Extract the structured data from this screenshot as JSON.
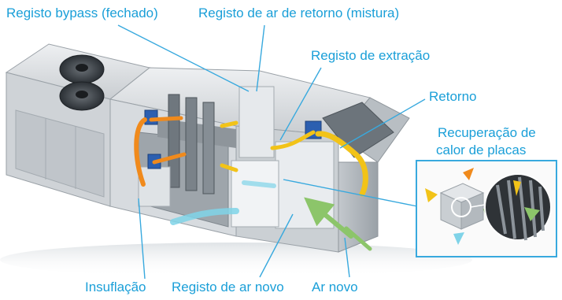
{
  "labels": {
    "bypass_damper": "Registo bypass (fechado)",
    "return_air_damper": "Registo de ar de retorno (mistura)",
    "extraction_damper": "Registo de extração",
    "return": "Retorno",
    "heat_recovery_line1": "Recuperação de",
    "heat_recovery_line2": "calor de placas",
    "supply": "Insuflação",
    "fresh_air_damper": "Registo de ar novo",
    "fresh_air": "Ar novo"
  },
  "colors": {
    "label_text": "#1a9fd8",
    "leader_line": "#38a9de",
    "casing_light": "#d9dcdf",
    "casing_mid": "#b9bec3",
    "casing_dark": "#8f969c",
    "fan_dark": "#3a3f44",
    "airflow_orange": "#f08a1c",
    "airflow_yellow": "#f2c318",
    "airflow_green": "#8cc56a",
    "airflow_cyan": "#7fd3e8",
    "motor_blue": "#2c5fb0"
  }
}
